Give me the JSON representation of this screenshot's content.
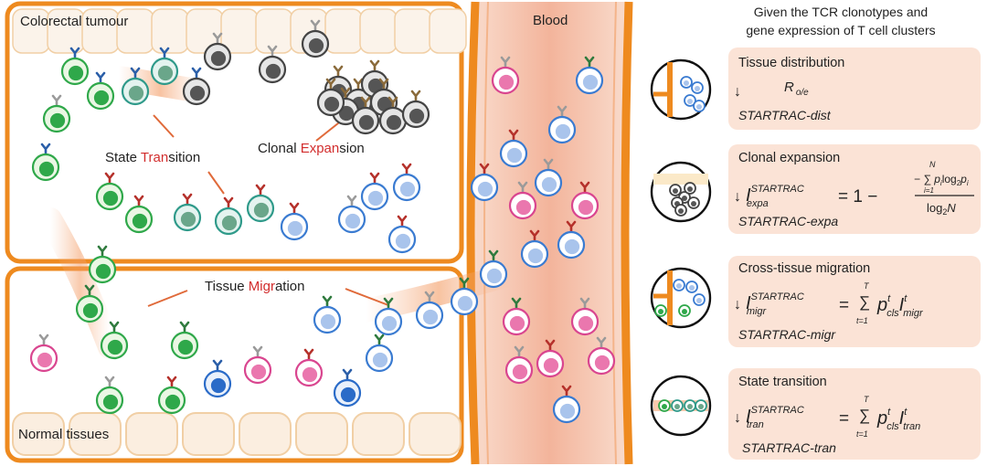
{
  "colors": {
    "border": "#ee8a1f",
    "vessel_fill": "#f6c5b1",
    "panel_fill": "#fbe3d6",
    "highlight_red": "#d22d2d",
    "green_cell": "#2fa84a",
    "blue_cell": "#4a88d8",
    "pink_cell": "#e35a9f",
    "grey_cell": "#555555"
  },
  "labels": {
    "tumour": "Colorectal tumour",
    "normal": "Normal tissues",
    "blood": "Blood",
    "state_transition": [
      "State ",
      "Tran",
      "sition"
    ],
    "clonal_expansion": [
      "Clonal ",
      "Expan",
      "sion"
    ],
    "tissue_migration": [
      "Tissue ",
      "Migr",
      "ation"
    ]
  },
  "header": {
    "line1": "Given the TCR clonotypes and",
    "line2": "gene expression of T cell clusters"
  },
  "panels": [
    {
      "title": "Tissue distribution",
      "method": "STARTRAC-dist",
      "formula": {
        "symbol": "R",
        "sub": "o/e"
      }
    },
    {
      "title": "Clonal expansion",
      "method": "STARTRAC-expa",
      "formula": {
        "symbol": "I",
        "sup": "STARTRAC",
        "sub": "expa",
        "rhs": "= 1 −",
        "numerator": "− ∑ p",
        "num_sub": "i",
        "num_log": "log",
        "num_log_sub": "2",
        "num_p2": "p",
        "num_p2_sub": "i",
        "sum_upper": "N",
        "sum_lower": "i=1",
        "denominator": "log",
        "den_sub": "2",
        "den_N": "N"
      }
    },
    {
      "title": "Cross-tissue migration",
      "method": "STARTRAC-migr",
      "formula": {
        "symbol": "I",
        "sup": "STARTRAC",
        "sub": "migr",
        "rhs": "=",
        "sum_upper": "T",
        "sum_lower": "t=1",
        "p": "p",
        "p_sup": "t",
        "p_sub": "cls",
        "i2": "I",
        "i2_sup": "t",
        "i2_sub": "migr"
      }
    },
    {
      "title": "State transition",
      "method": "STARTRAC-tran",
      "formula": {
        "symbol": "I",
        "sup": "STARTRAC",
        "sub": "tran",
        "rhs": "=",
        "sum_upper": "T",
        "sum_lower": "t=1",
        "p": "p",
        "p_sup": "t",
        "p_sub": "cls",
        "i2": "I",
        "i2_sup": "t",
        "i2_sub": "tran"
      }
    }
  ]
}
